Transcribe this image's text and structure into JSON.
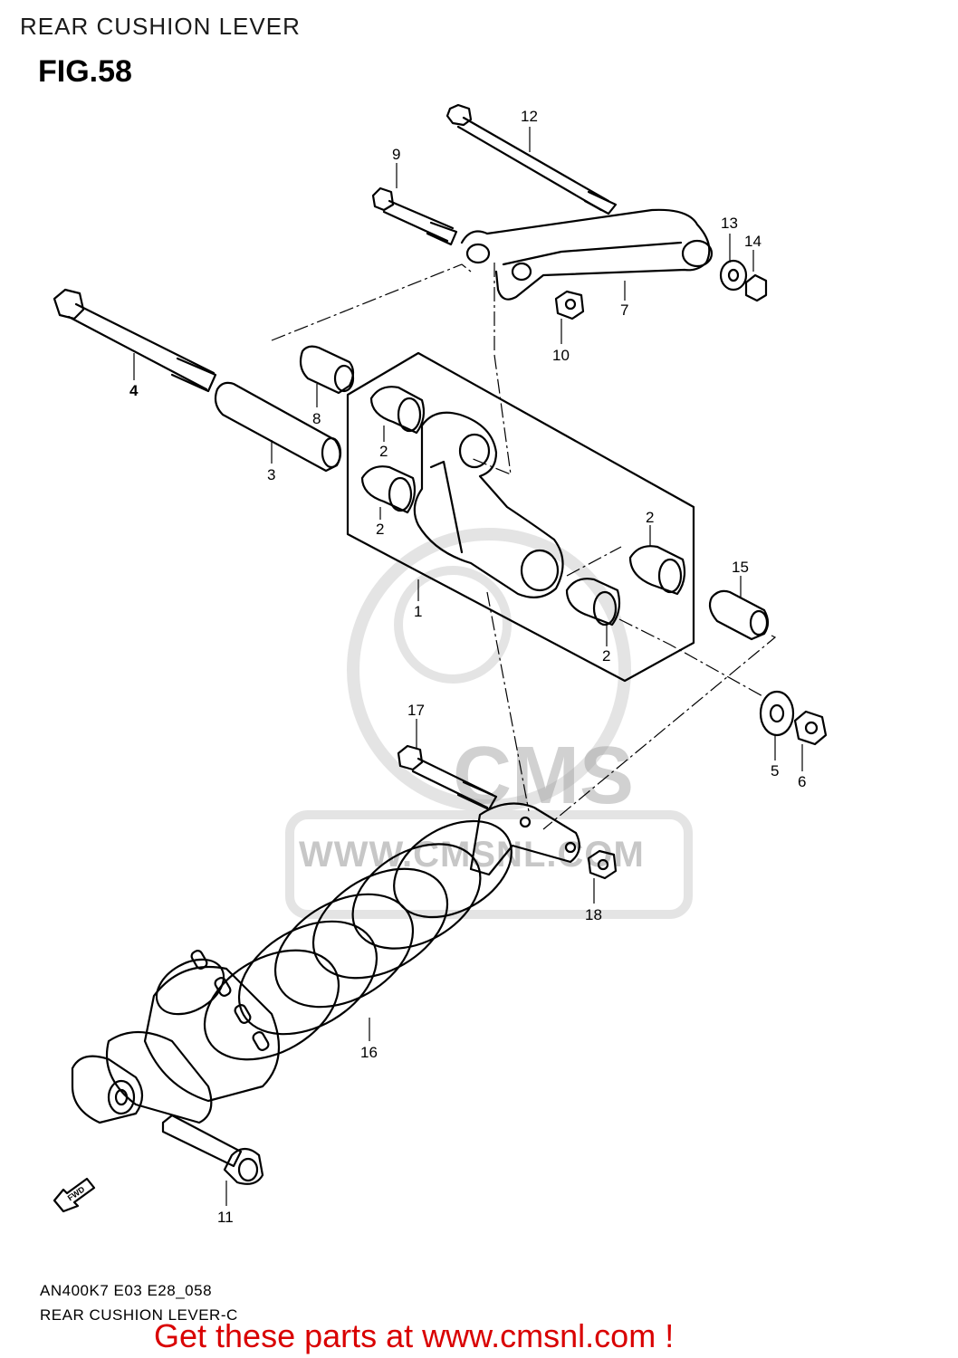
{
  "header": {
    "title": "REAR CUSHION LEVER",
    "figure": "FIG.58"
  },
  "watermark": {
    "brand": "CMS",
    "url": "WWW.CMSNL.COM"
  },
  "callouts": [
    "1",
    "2",
    "2",
    "2",
    "2",
    "3",
    "4",
    "5",
    "6",
    "7",
    "8",
    "9",
    "10",
    "11",
    "12",
    "13",
    "14",
    "15",
    "16",
    "17",
    "18"
  ],
  "direction_label": "FWD",
  "footer": {
    "code": "AN400K7 E03 E28_058",
    "caption": "REAR CUSHION LEVER-C",
    "promo": "Get these parts at www.cmsnl.com !"
  }
}
